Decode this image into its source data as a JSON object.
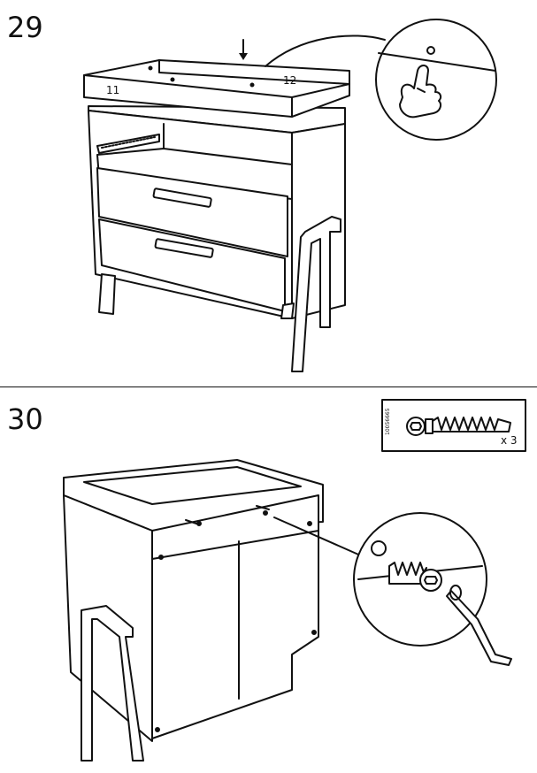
{
  "steps": [
    {
      "number": "29",
      "part_labels": {
        "left": "11",
        "right": "12"
      }
    },
    {
      "number": "30",
      "hardware": {
        "article_number": "10056665",
        "quantity": "x 3"
      }
    }
  ]
}
